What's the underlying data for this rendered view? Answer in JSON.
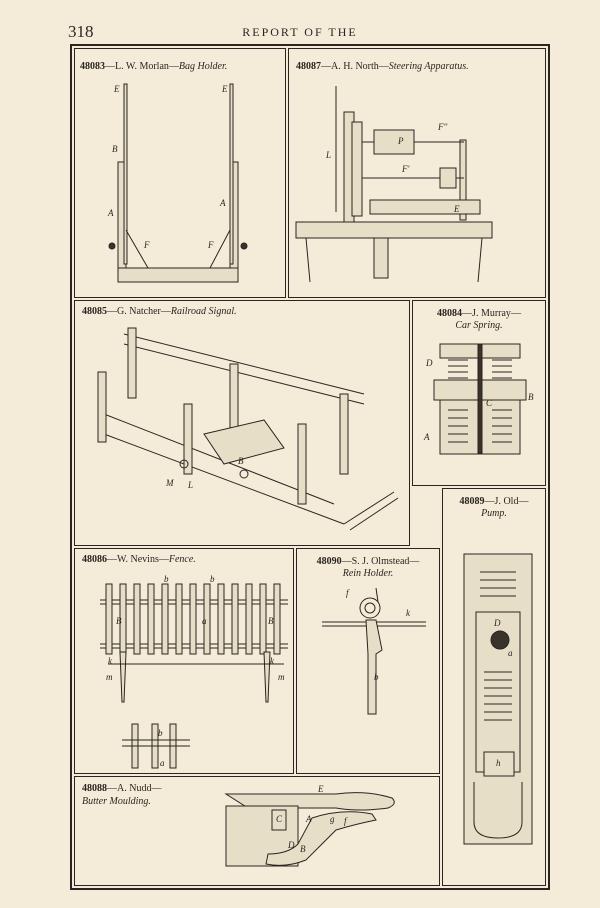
{
  "page": {
    "number": "318",
    "running_head": "REPORT OF THE"
  },
  "figures": {
    "bag_holder": {
      "number": "48083",
      "inventor": "L. W. Morlan",
      "title": "Bag Holder.",
      "labels": {
        "e1": "E",
        "e2": "E",
        "b": "B",
        "a1": "A",
        "a2": "A",
        "f1": "F",
        "f2": "F"
      }
    },
    "steering": {
      "number": "48087",
      "inventor": "A. H. North",
      "title": "Steering Apparatus.",
      "labels": {
        "l": "L",
        "f2": "F''",
        "f1": "F'",
        "p": "P",
        "e": "E"
      }
    },
    "railroad": {
      "number": "48085",
      "inventor": "G. Natcher",
      "title": "Railroad Signal.",
      "labels": {
        "b": "B",
        "m": "M",
        "l": "L"
      }
    },
    "car_spring": {
      "number": "48084",
      "inventor": "J. Murray",
      "title": "Car Spring.",
      "labels": {
        "d": "D",
        "b": "B",
        "c": "C",
        "a": "A"
      }
    },
    "pump": {
      "number": "48089",
      "inventor": "J. Old",
      "title": "Pump.",
      "labels": {
        "d": "D",
        "a": "a",
        "h": "h"
      }
    },
    "fence": {
      "number": "48086",
      "inventor": "W. Nevins",
      "title": "Fence.",
      "labels": {
        "b1": "b",
        "b2": "b",
        "bb1": "B",
        "bb2": "B",
        "a": "a",
        "m1": "m",
        "m2": "m",
        "k1": "k",
        "k2": "k",
        "bs": "b",
        "as": "a"
      }
    },
    "rein_holder": {
      "number": "48090",
      "inventor": "S. J. Olmstead",
      "title": "Rein Holder.",
      "labels": {
        "f": "f",
        "k": "k",
        "b": "b"
      }
    },
    "butter": {
      "number": "48088",
      "inventor": "A. Nudd",
      "title": "Butter Moulding.",
      "labels": {
        "e": "E",
        "c": "C",
        "a": "A",
        "g": "g",
        "f": "f",
        "d": "D",
        "b": "B"
      }
    }
  }
}
